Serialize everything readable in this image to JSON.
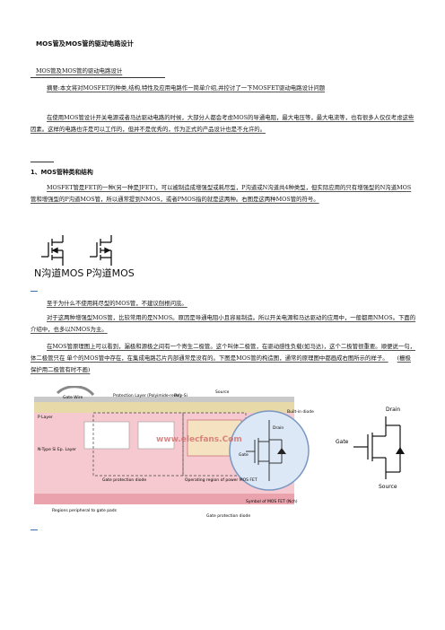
{
  "doc": {
    "title": "MOS管及MOS管的驱动电路设计",
    "p1": "MOS管及MOS管的驱动电路设计",
    "p2": "摘要:本文将对MOSFET的种类,结构,特性及应用电路作一简单介绍,并控讨了一下MOSFET驱动电路设计问题",
    "p3": "在使用MOS管设计开关电源或者马达驱动电路的时候，大部分人都会考虑MOS的导通电阻，最大电压等，最大电流等，也有很多人仅仅考虑这些因素。这样的电路也许是可以工作的，但并不是优秀的，作为正式的产品设计也是不允许的。",
    "h1": "1、MOS管种类和结构",
    "p4": "MOSFET管是FET的一种(另一种是JFET)，可以被制造成增强型或耗尽型，P沟道或N沟道共4种类型，但实际应用的只有增强型的N沟道MOS管和增强型的P沟道MOS管，所以通常提到NMOS，或者PMOS指的就是这两种。右图是这两种MOS管的符号。",
    "sym_n": "N沟道MOS",
    "sym_p": "P沟道MOS",
    "p5": "至于为什么不使用耗尽型的MOS管，不建议刨根问底。",
    "p6": "对于这两种增强型MOS管，比较常用的是NMOS。原因是导通电阻小且容易制造。所以开关电源和马达驱动的应用中，一般都用NMOS。下面的介绍中，也多以NMOS为主。",
    "p7": "在MOS管原理图上可以看到，漏极和源极之间有一个寄生二极管。这个叫体二极管，在驱动感性负载(如马达)，这个二极管很重要。顺便说一句，体二极管只在 单个的MOS管中存在，在集成电路芯片内部通常是没有的。下图是MOS管的构造图，通常的原理图中都画成右图所示的样子。",
    "p7_tail": "(栅极保护用二极管有时不画)"
  },
  "figure": {
    "gate_wire": "Gate Wire",
    "protection_layer": "Protection Layer (Polyimide-resin)",
    "poly_si": "Poly-Si",
    "source": "Source",
    "built_in_diode": "Built-in diode",
    "drain": "Drain",
    "gate": "Gate",
    "n_type_si": "N-Type Si Ep. Layer",
    "p_layer": "P Layer",
    "gate_protection": "Gate protection diode",
    "operating_region": "Operating region of power MOS FET",
    "regions_peripheral": "Regions peripheral to gate pads",
    "gate_protection_diode": "Gate protection diode",
    "symbol_caption": "Symbol of MOS FET (Nch)",
    "watermark": "www.elecfans.Com",
    "right_gate": "Gate",
    "right_drain": "Drain",
    "right_source": "Source"
  }
}
